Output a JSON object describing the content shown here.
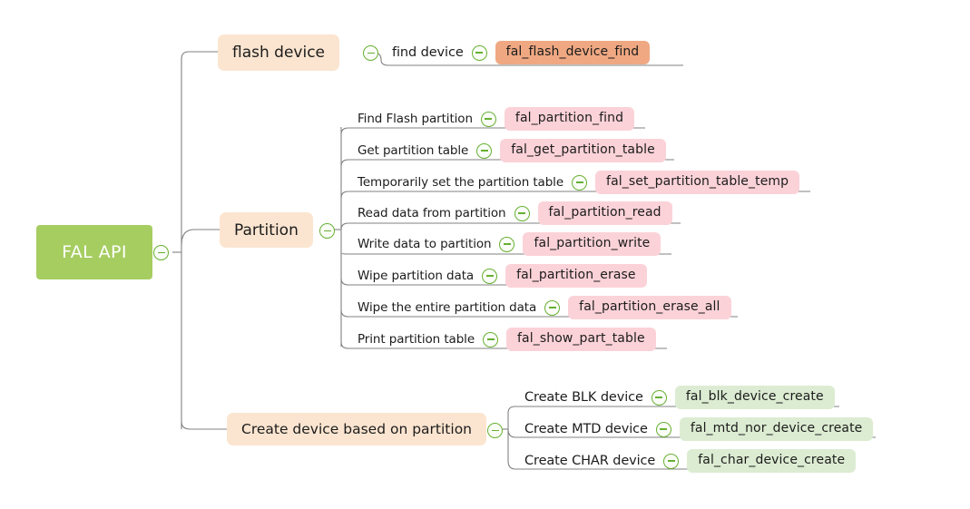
{
  "title": "FAL API mind map",
  "colors": {
    "root_bg": "#a6cd60",
    "root_text": "#ffffff",
    "branch_bg": "#fbe5d0",
    "pill_orange": "#efa882",
    "pill_pink": "#fbd2d8",
    "pill_green": "#dcecd2",
    "connector": "#808080",
    "toggle_stroke": "#66b032",
    "canvas": "#ffffff"
  },
  "root": {
    "label": "FAL API",
    "toggle_icon": "collapse-minus-icon"
  },
  "branches": [
    {
      "id": "flash-device",
      "label": "flash device",
      "toggle_icon": "collapse-minus-icon",
      "children": [
        {
          "label": "find device",
          "api": "fal_flash_device_find",
          "pill_color": "orange",
          "toggle_icon": "collapse-minus-icon"
        }
      ]
    },
    {
      "id": "partition",
      "label": "Partition",
      "toggle_icon": "collapse-minus-icon",
      "children": [
        {
          "label": "Find Flash partition",
          "api": "fal_partition_find",
          "pill_color": "pink",
          "toggle_icon": "collapse-minus-icon"
        },
        {
          "label": "Get partition table",
          "api": "fal_get_partition_table",
          "pill_color": "pink",
          "toggle_icon": "collapse-minus-icon"
        },
        {
          "label": "Temporarily set the partition table",
          "api": "fal_set_partition_table_temp",
          "pill_color": "pink",
          "toggle_icon": "collapse-minus-icon"
        },
        {
          "label": "Read data from partition",
          "api": "fal_partition_read",
          "pill_color": "pink",
          "toggle_icon": "collapse-minus-icon"
        },
        {
          "label": "Write data to partition",
          "api": "fal_partition_write",
          "pill_color": "pink",
          "toggle_icon": "collapse-minus-icon"
        },
        {
          "label": "Wipe partition data",
          "api": "fal_partition_erase",
          "pill_color": "pink",
          "toggle_icon": "collapse-minus-icon"
        },
        {
          "label": "Wipe the entire partition data",
          "api": "fal_partition_erase_all",
          "pill_color": "pink",
          "toggle_icon": "collapse-minus-icon"
        },
        {
          "label": "Print partition table",
          "api": "fal_show_part_table",
          "pill_color": "pink",
          "toggle_icon": "collapse-minus-icon"
        }
      ]
    },
    {
      "id": "create-device",
      "label": "Create device based on partition",
      "toggle_icon": "collapse-minus-icon",
      "children": [
        {
          "label": "Create BLK device",
          "api": "fal_blk_device_create",
          "pill_color": "green",
          "toggle_icon": "collapse-minus-icon"
        },
        {
          "label": "Create MTD device",
          "api": "fal_mtd_nor_device_create",
          "pill_color": "green",
          "toggle_icon": "collapse-minus-icon"
        },
        {
          "label": "Create CHAR device",
          "api": "fal_char_device_create",
          "pill_color": "green",
          "toggle_icon": "collapse-minus-icon"
        }
      ]
    }
  ]
}
